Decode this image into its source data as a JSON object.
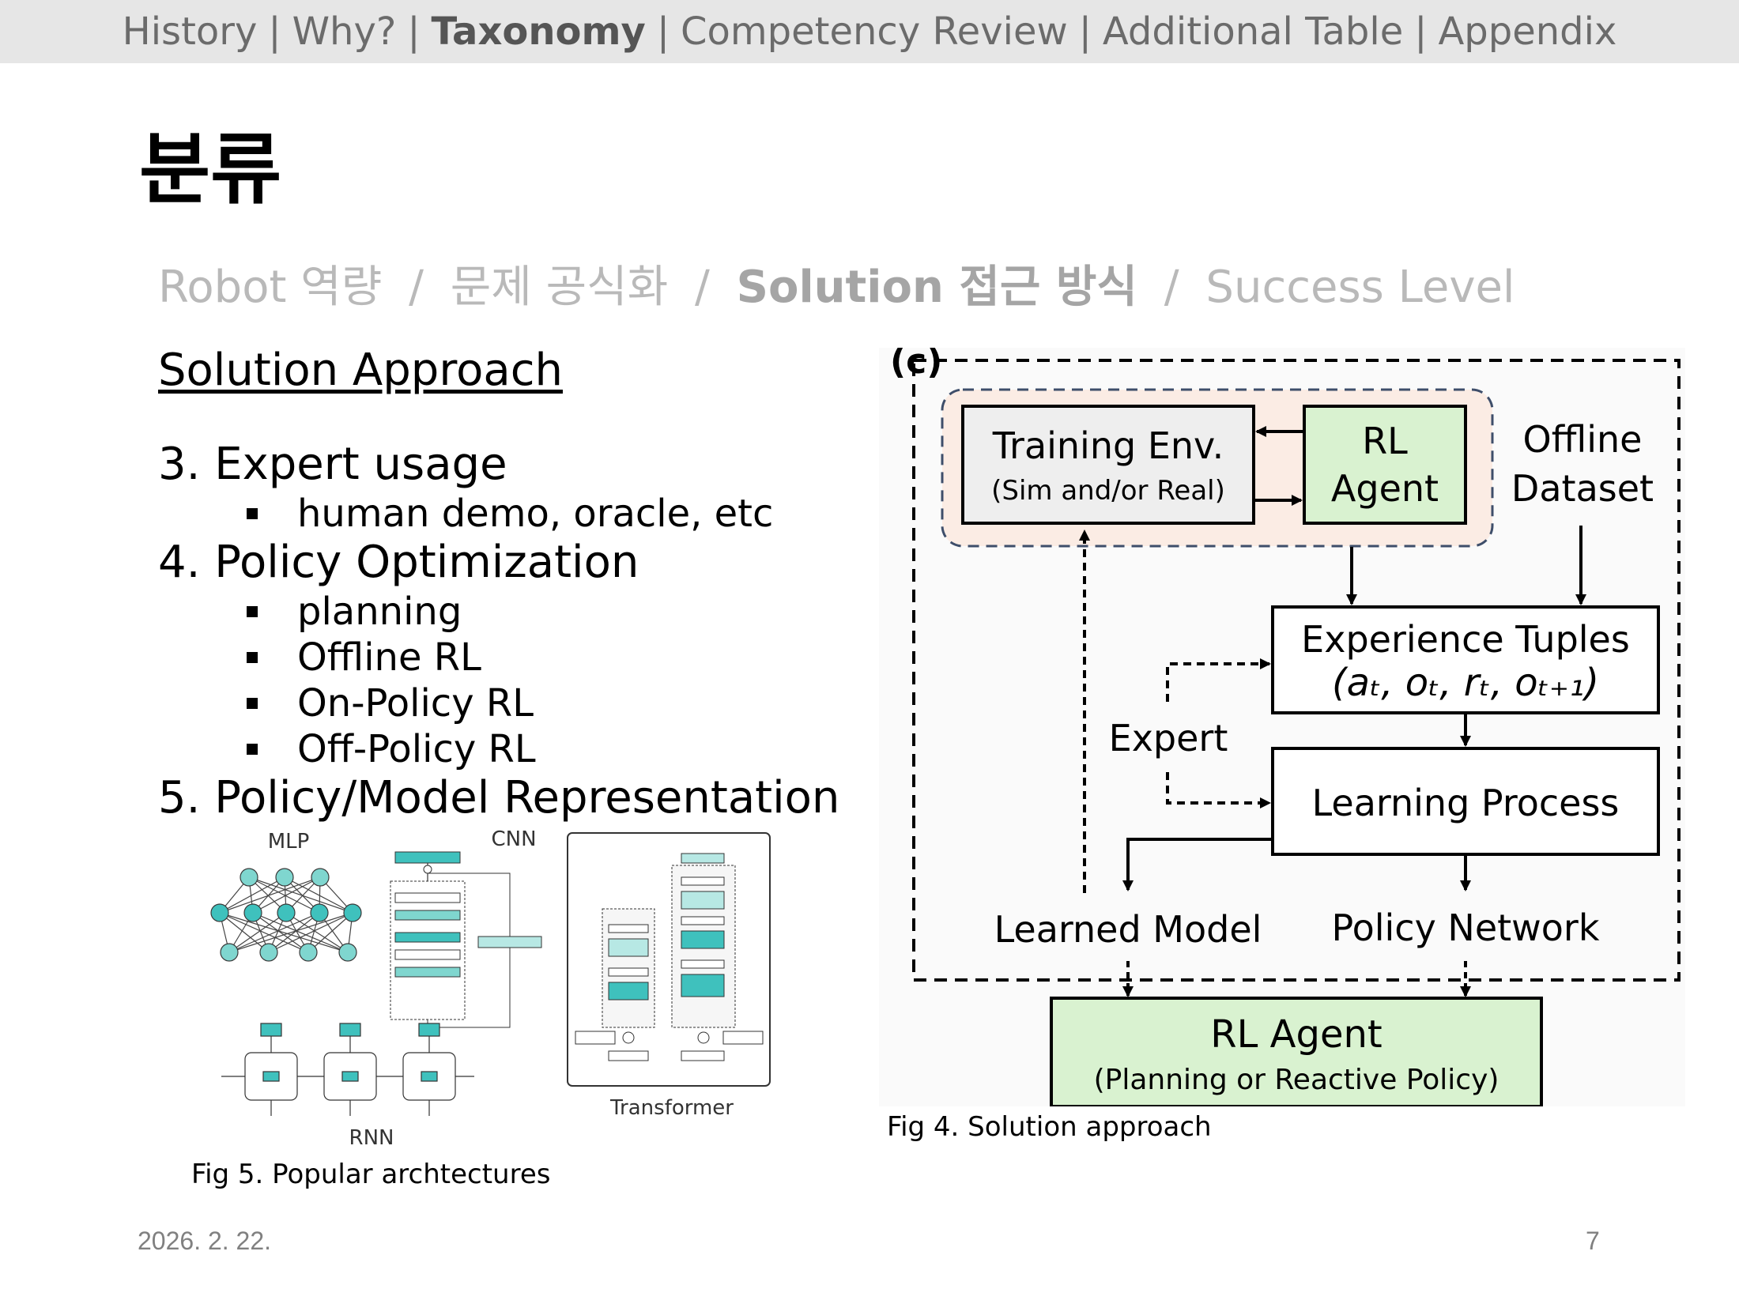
{
  "nav": {
    "items": [
      {
        "label": "History",
        "active": false
      },
      {
        "label": "Why?",
        "active": false
      },
      {
        "label": "Taxonomy",
        "active": true
      },
      {
        "label": "Competency Review",
        "active": false
      },
      {
        "label": "Additional Table",
        "active": false
      },
      {
        "label": "Appendix",
        "active": false
      }
    ],
    "separator": "|"
  },
  "page_title": "분류",
  "subnav": {
    "items": [
      {
        "label": "Robot 역량",
        "active": false
      },
      {
        "label": "문제 공식화",
        "active": false
      },
      {
        "label": "Solution 접근 방식",
        "active": true
      },
      {
        "label": "Success Level",
        "active": false
      }
    ],
    "separator": "/"
  },
  "section_heading": "Solution Approach",
  "outline": [
    {
      "level": 1,
      "text": "3. Expert usage"
    },
    {
      "level": 2,
      "text": "human demo, oracle, etc"
    },
    {
      "level": 1,
      "text": "4. Policy Optimization"
    },
    {
      "level": 2,
      "text": "planning"
    },
    {
      "level": 2,
      "text": "Offline RL"
    },
    {
      "level": 2,
      "text": "On-Policy RL"
    },
    {
      "level": 2,
      "text": "Off-Policy RL"
    },
    {
      "level": 1,
      "text": "5. Policy/Model Representation"
    }
  ],
  "arch_figure": {
    "labels": {
      "mlp": "MLP",
      "cnn": "CNN",
      "rnn": "RNN",
      "transformer": "Transformer"
    },
    "caption": "Fig 5. Popular archtectures"
  },
  "diagram": {
    "panel_label": "(c)",
    "training_env_title": "Training Env.",
    "training_env_sub": "(Sim and/or Real)",
    "rl_agent_line1": "RL",
    "rl_agent_line2": "Agent",
    "offline_line1": "Offline",
    "offline_line2": "Dataset",
    "experience_title": "Experience Tuples",
    "experience_formula": "(aₜ, oₜ, rₜ, oₜ₊₁)",
    "expert": "Expert",
    "learning_process": "Learning Process",
    "learned_model": "Learned Model",
    "policy_network": "Policy Network",
    "final_agent_title": "RL Agent",
    "final_agent_sub": "(Planning or Reactive Policy)",
    "caption": "Fig 4. Solution approach"
  },
  "footer": {
    "date": "2026. 2. 22.",
    "page": "7"
  },
  "colors": {
    "nav_bg": "#e6e6e6",
    "agent_green": "#d9f2d0",
    "env_gray": "#eeeeee",
    "env_region": "#fbece4",
    "teal": "#3fc1bd"
  }
}
